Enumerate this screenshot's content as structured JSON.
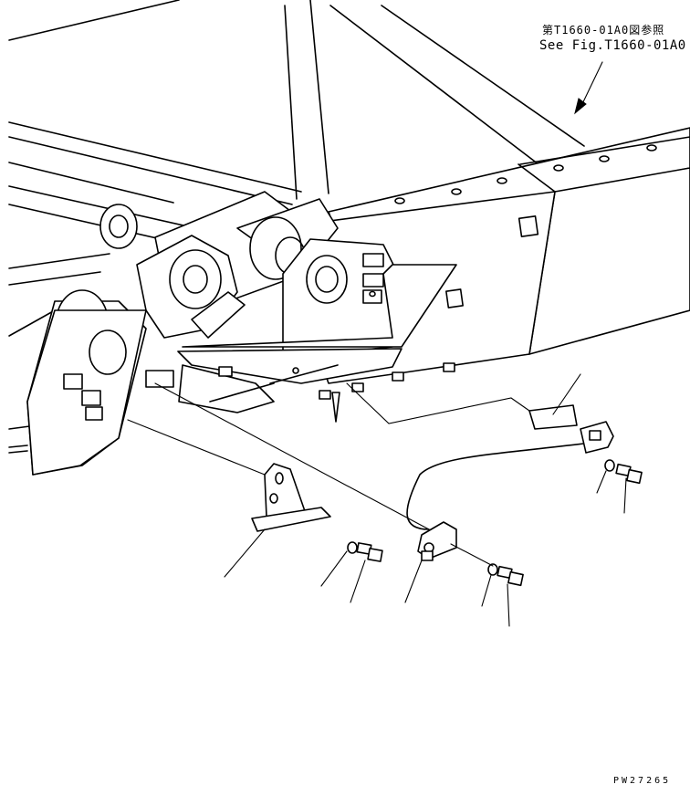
{
  "diagram": {
    "reference_note_jp": "第T1660-01A0図参照",
    "reference_note_en": "See Fig.T1660-01A0",
    "drawing_number": "PW27265"
  }
}
